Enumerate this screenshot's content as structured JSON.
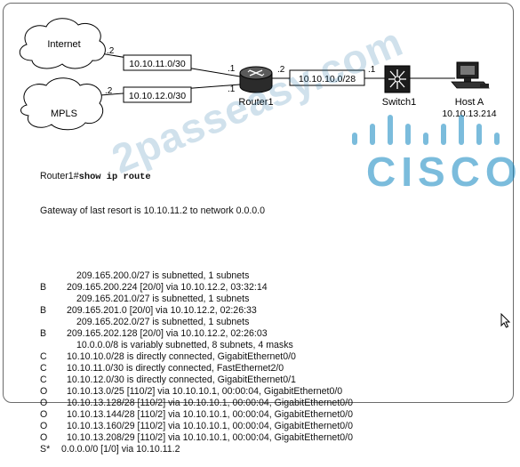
{
  "topology": {
    "clouds": [
      {
        "id": "internet",
        "label": "Internet"
      },
      {
        "id": "mpls",
        "label": "MPLS"
      }
    ],
    "links": [
      {
        "id": "internet-router1",
        "subnet": "10.10.11.0/30",
        "a_addr": ".2",
        "b_addr": ".1"
      },
      {
        "id": "mpls-router1",
        "subnet": "10.10.12.0/30",
        "a_addr": ".2",
        "b_addr": ".1"
      },
      {
        "id": "router1-switch1",
        "subnet": "10.10.10.0/28",
        "a_addr": ".2",
        "b_addr": ".1"
      }
    ],
    "router": {
      "label": "Router1"
    },
    "switch": {
      "label": "Switch1"
    },
    "host": {
      "label": "Host A",
      "ip": "10.10.13.214"
    }
  },
  "cli": {
    "prompt": "Router1#",
    "command": "show ip route",
    "gateway_line": "Gateway of last resort is 10.10.11.2 to network 0.0.0.0",
    "lines": [
      {
        "code": "",
        "text": "209.165.200.0/27 is subnetted, 1 subnets"
      },
      {
        "code": "B",
        "text": "209.165.200.224 [20/0] via 10.10.12.2, 03:32:14"
      },
      {
        "code": "",
        "text": "209.165.201.0/27 is subnetted, 1 subnets"
      },
      {
        "code": "B",
        "text": "209.165.201.0 [20/0] via 10.10.12.2, 02:26:33"
      },
      {
        "code": "",
        "text": "209.165.202.0/27 is subnetted, 1 subnets"
      },
      {
        "code": "B",
        "text": "209.165.202.128 [20/0] via 10.10.12.2, 02:26:03"
      },
      {
        "code": "",
        "text": "10.0.0.0/8 is variably subnetted, 8 subnets, 4 masks"
      },
      {
        "code": "C",
        "text": "10.10.10.0/28 is directly connected, GigabitEthernet0/0"
      },
      {
        "code": "C",
        "text": "10.10.11.0/30 is directly connected, FastEthernet2/0"
      },
      {
        "code": "C",
        "text": "10.10.12.0/30 is directly connected, GigabitEthernet0/1"
      },
      {
        "code": "O",
        "text": "10.10.13.0/25 [110/2] via 10.10.10.1, 00:00:04, GigabitEthernet0/0"
      },
      {
        "code": "O",
        "text": "10.10.13.128/28 [110/2] via 10.10.10.1, 00:00:04, GigabitEthernet0/0"
      },
      {
        "code": "O",
        "text": "10.10.13.144/28 [110/2] via 10.10.10.1, 00:00:04, GigabitEthernet0/0"
      },
      {
        "code": "O",
        "text": "10.10.13.160/29 [110/2] via 10.10.10.1, 00:00:04, GigabitEthernet0/0"
      },
      {
        "code": "O",
        "text": "10.10.13.208/29 [110/2] via 10.10.10.1, 00:00:04, GigabitEthernet0/0"
      },
      {
        "code": "S*",
        "text": "0.0.0.0/0 [1/0] via 10.10.11.2"
      }
    ]
  },
  "watermark": {
    "text": "2passeasy.com",
    "logo_text": "CISCO"
  },
  "colors": {
    "cisco_blue": "#0e85bf",
    "frame": "#6b6b6b"
  }
}
